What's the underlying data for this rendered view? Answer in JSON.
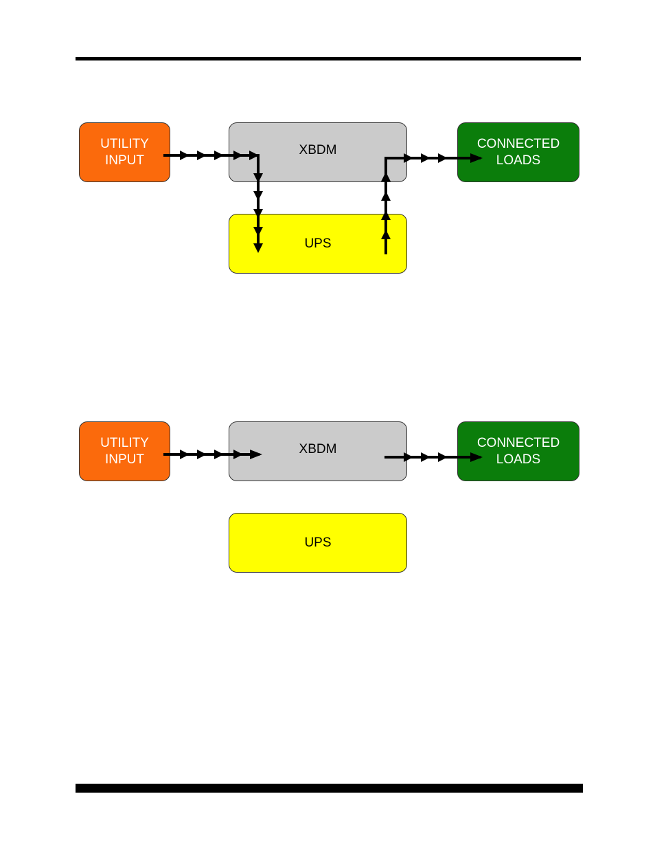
{
  "diagrams": [
    {
      "utility_label": "UTILITY\nINPUT",
      "xbdm_label": "XBDM",
      "loads_label": "CONNECTED\nLOADS",
      "ups_label": "UPS"
    },
    {
      "utility_label": "UTILITY\nINPUT",
      "xbdm_label": "XBDM",
      "loads_label": "CONNECTED\nLOADS",
      "ups_label": "UPS"
    }
  ],
  "colors": {
    "utility": "#fb6a0c",
    "xbdm": "#cbcbcb",
    "loads": "#0b7d0b",
    "ups": "#ffff00"
  }
}
